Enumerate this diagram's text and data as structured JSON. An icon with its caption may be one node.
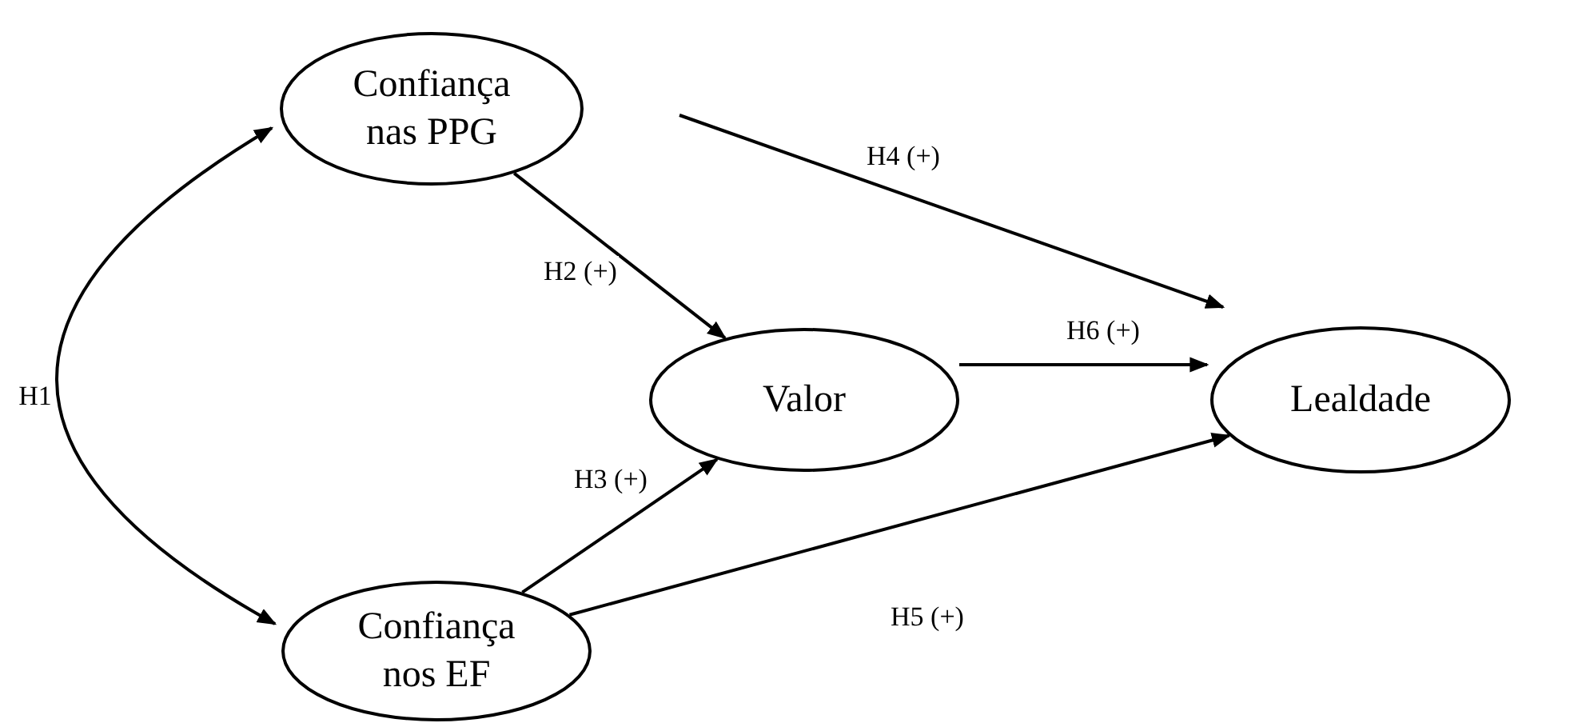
{
  "diagram": {
    "nodes": [
      {
        "text": [
          "Confiança nas PPG"
        ]
      },
      {
        "text": [
          "Valor"
        ]
      },
      {
        "text": [
          "Lealdade"
        ]
      },
      {
        "text": [
          "Confiança nos EF"
        ]
      }
    ],
    "edges": [
      {
        "from": 0,
        "to": 3,
        "arrow": "both",
        "label": "H1"
      },
      {
        "from": 0,
        "to": 1,
        "arrow": "to",
        "label": "H2 (+)"
      },
      {
        "from": 3,
        "to": 1,
        "arrow": "to",
        "label": "H3 (+)"
      },
      {
        "from": 0,
        "to": 2,
        "arrow": "to",
        "label": "H4 (+)"
      },
      {
        "from": 3,
        "to": 2,
        "arrow": "to",
        "label": "H5 (+)"
      },
      {
        "from": 1,
        "to": 2,
        "arrow": "to",
        "label": "H6 (+)"
      }
    ]
  }
}
